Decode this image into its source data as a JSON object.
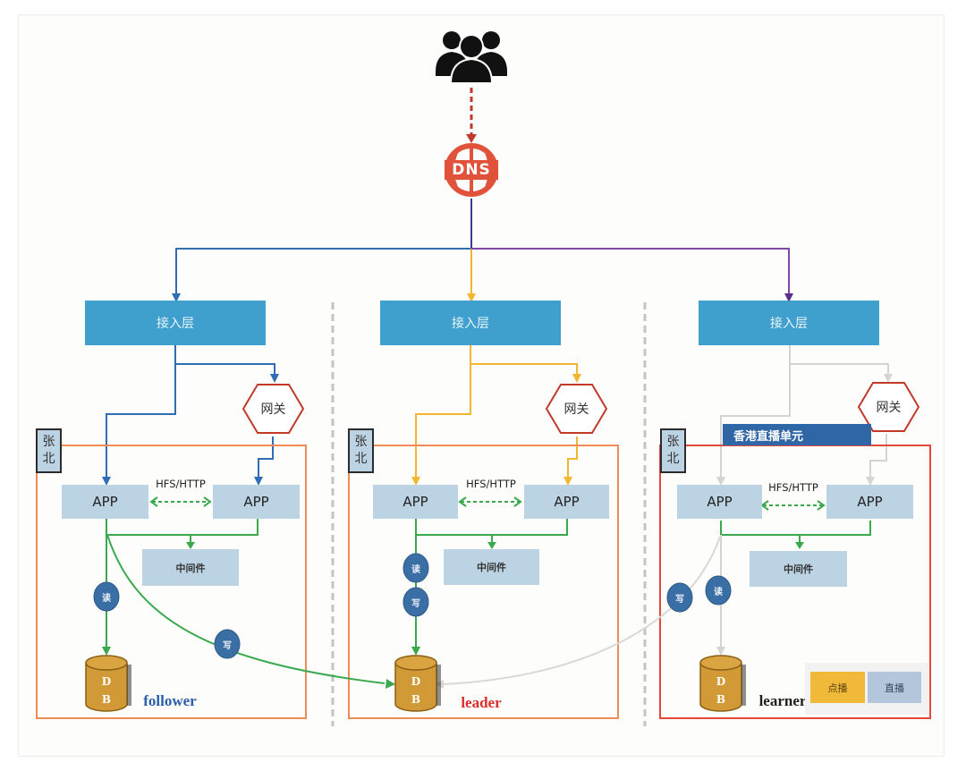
{
  "diagram": {
    "top": {
      "users_icon": "users-group-icon",
      "dns_label": "DNS"
    },
    "columns": [
      {
        "id": "follower",
        "access_layer": "接入层",
        "gateway": "网关",
        "region": [
          "张",
          "北"
        ],
        "app_left": "APP",
        "app_right": "APP",
        "protocol": "HFS/HTTP",
        "middleware": "中间件",
        "db_letters": [
          "D",
          "B"
        ],
        "role": "follower",
        "role_color": "#2a5ea8",
        "route_color": "#2f6db5",
        "border_color": "#ee8c55",
        "badges": [
          "读",
          "写"
        ]
      },
      {
        "id": "leader",
        "access_layer": "接入层",
        "gateway": "网关",
        "region": [
          "张",
          "北"
        ],
        "app_left": "APP",
        "app_right": "APP",
        "protocol": "HFS/HTTP",
        "middleware": "中间件",
        "db_letters": [
          "D",
          "B"
        ],
        "role": "leader",
        "role_color": "#d9302b",
        "route_color": "#f2b632",
        "border_color": "#ee8c55",
        "badges": [
          "读",
          "写"
        ]
      },
      {
        "id": "learner",
        "access_layer": "接入层",
        "gateway": "网关",
        "region": [
          "张",
          "北"
        ],
        "unit_label": "香港直播单元",
        "app_left": "APP",
        "app_right": "APP",
        "protocol": "HFS/HTTP",
        "middleware": "中间件",
        "db_letters": [
          "D",
          "B"
        ],
        "role": "learner",
        "role_color": "#1e1e1e",
        "route_color": "#d4d4d4",
        "border_color": "#e5473a",
        "badges": [
          "写",
          "读"
        ]
      }
    ],
    "legend": [
      {
        "label": "点播",
        "color": "#f0b93a"
      },
      {
        "label": "直播",
        "color": "#b3c6dc"
      }
    ],
    "colors": {
      "dns": "#e0533a",
      "user_to_dns": "#c0392b",
      "branch_blue": "#2f6db5",
      "branch_yellow": "#f2b632",
      "branch_purple": "#5b2f8f",
      "db_flow": "#3aa94d",
      "cross_write_grey": "#d8d8d8",
      "gateway_border": "#c0392b",
      "divider": "#c4c4c4",
      "badge_fill": "#3a6fa6"
    }
  }
}
